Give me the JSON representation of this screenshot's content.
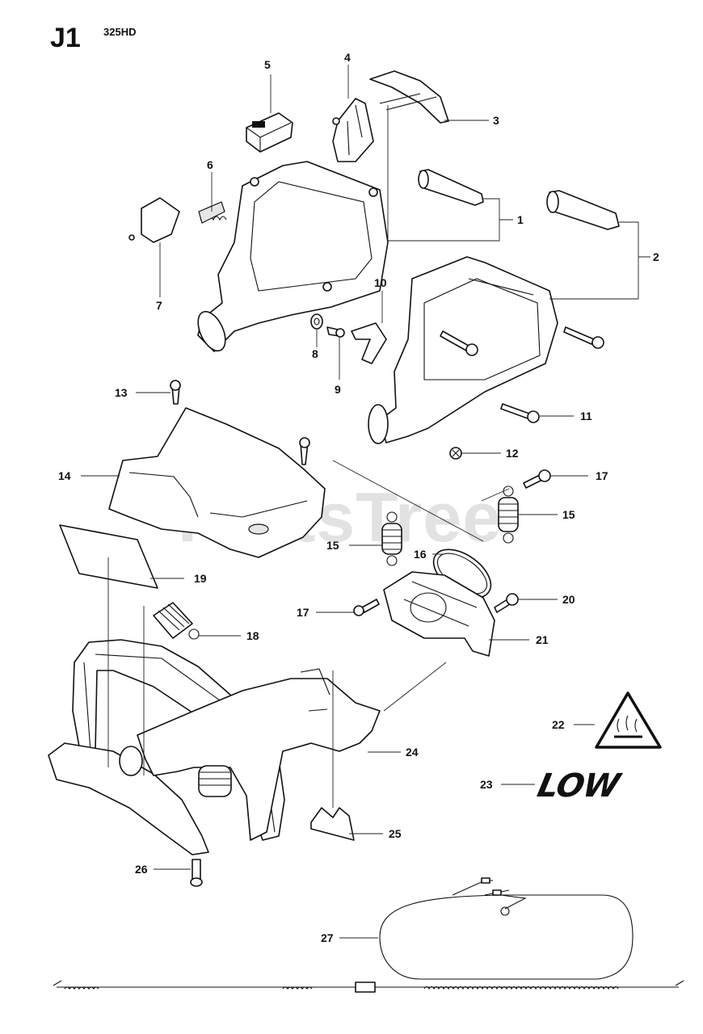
{
  "header": {
    "section": "J1",
    "model": "325HD"
  },
  "watermark": "PartsTree",
  "callouts": {
    "c1": "1",
    "c2": "2",
    "c3": "3",
    "c4": "4",
    "c5": "5",
    "c6": "6",
    "c7": "7",
    "c8": "8",
    "c9": "9",
    "c10": "10",
    "c11": "11",
    "c12": "12",
    "c13": "13",
    "c14": "14",
    "c15a": "15",
    "c15b": "15",
    "c16": "16",
    "c17a": "17",
    "c17b": "17",
    "c18": "18",
    "c19": "19",
    "c20": "20",
    "c21": "21",
    "c22": "22",
    "c23": "23",
    "c24": "24",
    "c25": "25",
    "c26": "26",
    "c27": "27"
  },
  "decal_low": "LOW",
  "icons": {
    "hot_surface": "hot-surface-warning-icon"
  },
  "colors": {
    "ink": "#111111",
    "watermark": "#d9d9d9"
  }
}
